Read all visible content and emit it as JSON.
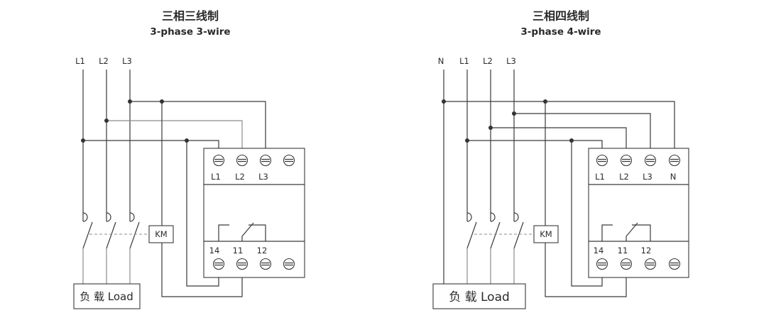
{
  "diagrams": [
    {
      "title_cn": "三相三线制",
      "title_en": "3-phase 3-wire",
      "supply_labels": [
        "L1",
        "L2",
        "L3"
      ],
      "input_terminal_labels": [
        "L1",
        "L2",
        "L3"
      ],
      "output_terminal_labels": [
        "14",
        "11",
        "12"
      ],
      "contactor_label": "KM",
      "load_label": "负 载 Load"
    },
    {
      "title_cn": "三相四线制",
      "title_en": "3-phase 4-wire",
      "supply_labels": [
        "N",
        "L1",
        "L2",
        "L3"
      ],
      "input_terminal_labels": [
        "L1",
        "L2",
        "L3",
        "N"
      ],
      "output_terminal_labels": [
        "14",
        "11",
        "12"
      ],
      "contactor_label": "KM",
      "load_label": "负 载 Load"
    }
  ]
}
